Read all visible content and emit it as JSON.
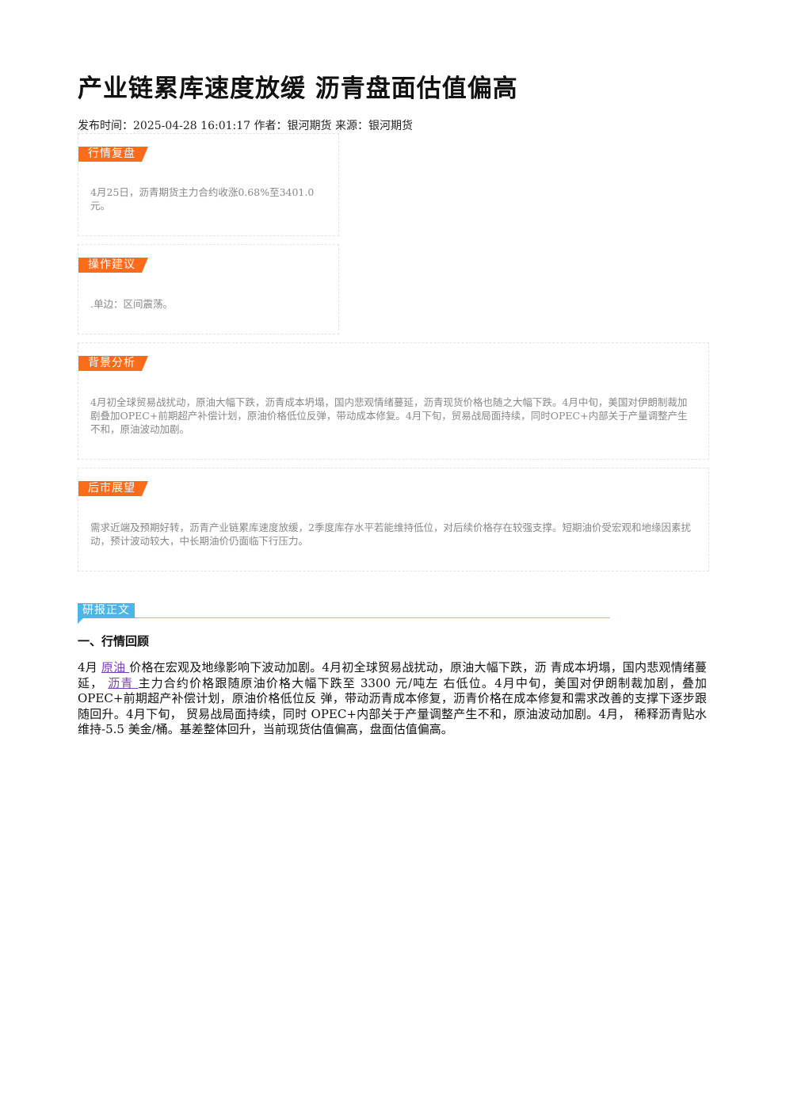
{
  "article": {
    "title": "产业链累库速度放缓 沥青盘面估值偏高",
    "meta": "发布时间：2025-04-28 16:01:17 作者：银河期货 来源：银河期货"
  },
  "sections": {
    "market_review": {
      "label": "行情复盘",
      "text": "4月25日，沥青期货主力合约收涨0.68%至3401.0元。"
    },
    "advice": {
      "label": "操作建议",
      "text": ".单边：区间震荡。"
    },
    "background": {
      "label": "背景分析",
      "text": "4月初全球贸易战扰动，原油大幅下跌，沥青成本坍塌，国内悲观情绪蔓延，沥青现货价格也随之大幅下跌。4月中旬，美国对伊朗制裁加剧叠加OPEC+前期超产补偿计划，原油价格低位反弹，带动成本修复。4月下旬，贸易战局面持续，同时OPEC+内部关于产量调整产生不和，原油波动加剧。"
    },
    "outlook": {
      "label": "后市展望",
      "text": "需求近端及预期好转，沥青产业链累库速度放缓，2季度库存水平若能维持低位，对后续价格存在较强支撑。短期油价受宏观和地缘因素扰动，预计波动较大，中长期油价仍面临下行压力。"
    }
  },
  "report": {
    "label": "研报正文",
    "heading": "一、行情回顾",
    "p_prefix": "4月 ",
    "link_crude": "原油 ",
    "p_mid": "价格在宏观及地缘影响下波动加剧。4月初全球贸易战扰动，原油大幅下跌，沥 青成本坍塌，国内悲观情绪蔓延， ",
    "link_asphalt": "沥青 ",
    "p_rest": "主力合约价格跟随原油价格大幅下跌至 3300 元/吨左 右低位。4月中旬，美国对伊朗制裁加剧，叠加 OPEC+前期超产补偿计划，原油价格低位反 弹，带动沥青成本修复，沥青价格在成本修复和需求改善的支撑下逐步跟随回升。4月下旬， 贸易战局面持续，同时 OPEC+内部关于产量调整产生不和，原油波动加剧。4月， 稀释沥青贴水维持-5.5 美金/桶。基差整体回升，当前现货估值偏高，盘面估值偏高。"
  },
  "colors": {
    "tag_orange": "#fb6b1c",
    "report_blue": "#4db6e6",
    "link_purple": "#7b3fb5"
  }
}
